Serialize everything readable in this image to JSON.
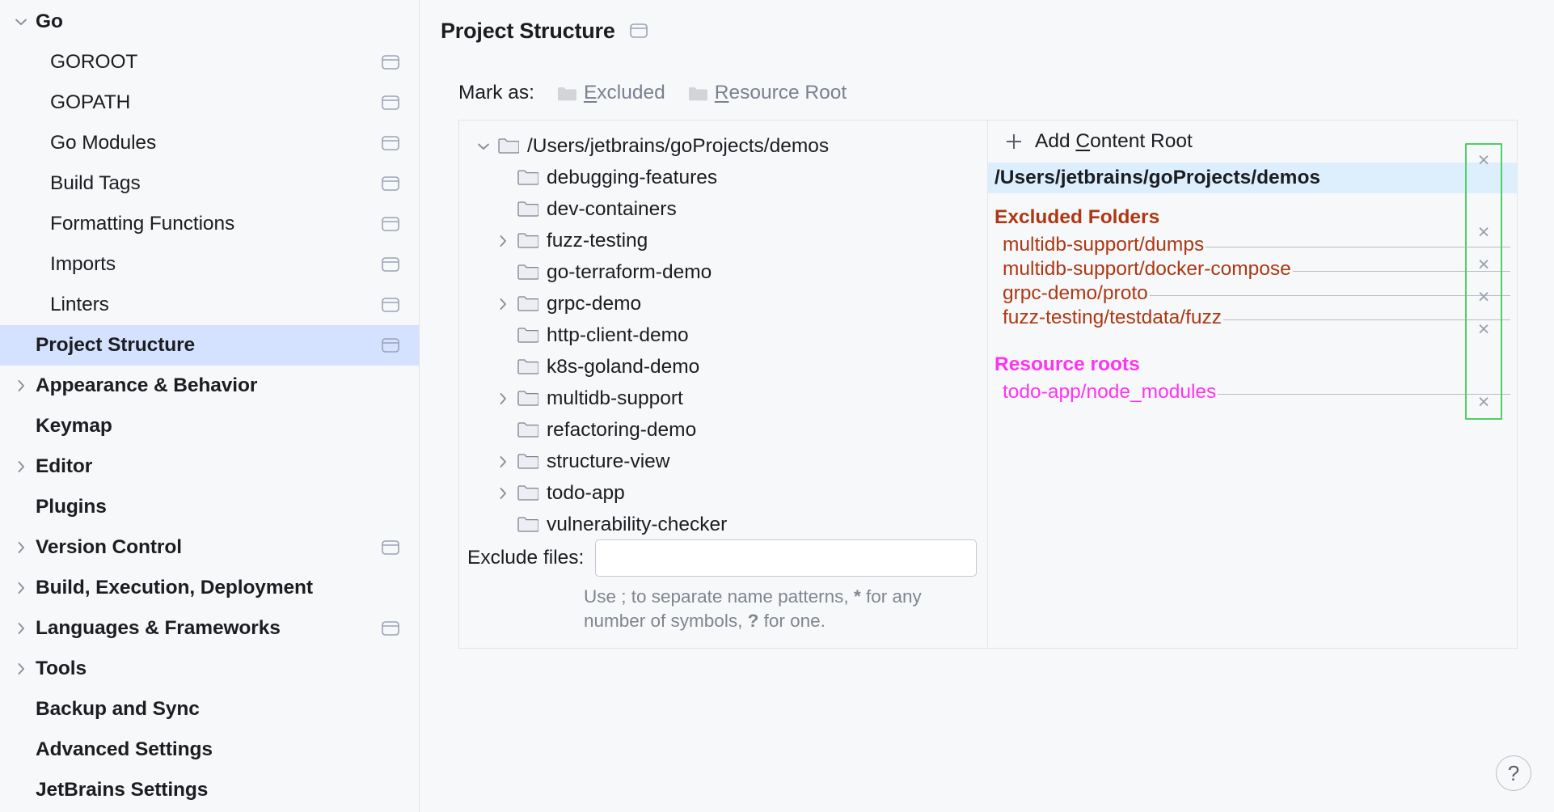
{
  "sidebar": {
    "items": [
      {
        "label": "Go",
        "level": 0,
        "bold": true,
        "expandable": true,
        "expanded": true,
        "badge": false,
        "selected": false
      },
      {
        "label": "GOROOT",
        "level": 1,
        "bold": false,
        "expandable": false,
        "expanded": false,
        "badge": true,
        "selected": false
      },
      {
        "label": "GOPATH",
        "level": 1,
        "bold": false,
        "expandable": false,
        "expanded": false,
        "badge": true,
        "selected": false
      },
      {
        "label": "Go Modules",
        "level": 1,
        "bold": false,
        "expandable": false,
        "expanded": false,
        "badge": true,
        "selected": false
      },
      {
        "label": "Build Tags",
        "level": 1,
        "bold": false,
        "expandable": false,
        "expanded": false,
        "badge": true,
        "selected": false
      },
      {
        "label": "Formatting Functions",
        "level": 1,
        "bold": false,
        "expandable": false,
        "expanded": false,
        "badge": true,
        "selected": false
      },
      {
        "label": "Imports",
        "level": 1,
        "bold": false,
        "expandable": false,
        "expanded": false,
        "badge": true,
        "selected": false
      },
      {
        "label": "Linters",
        "level": 1,
        "bold": false,
        "expandable": false,
        "expanded": false,
        "badge": true,
        "selected": false
      },
      {
        "label": "Project Structure",
        "level": 0,
        "bold": true,
        "expandable": false,
        "expanded": false,
        "badge": true,
        "selected": true
      },
      {
        "label": "Appearance & Behavior",
        "level": 0,
        "bold": true,
        "expandable": true,
        "expanded": false,
        "badge": false,
        "selected": false
      },
      {
        "label": "Keymap",
        "level": 0,
        "bold": true,
        "expandable": false,
        "expanded": false,
        "badge": false,
        "selected": false
      },
      {
        "label": "Editor",
        "level": 0,
        "bold": true,
        "expandable": true,
        "expanded": false,
        "badge": false,
        "selected": false
      },
      {
        "label": "Plugins",
        "level": 0,
        "bold": true,
        "expandable": false,
        "expanded": false,
        "badge": false,
        "selected": false
      },
      {
        "label": "Version Control",
        "level": 0,
        "bold": true,
        "expandable": true,
        "expanded": false,
        "badge": true,
        "selected": false
      },
      {
        "label": "Build, Execution, Deployment",
        "level": 0,
        "bold": true,
        "expandable": true,
        "expanded": false,
        "badge": false,
        "selected": false
      },
      {
        "label": "Languages & Frameworks",
        "level": 0,
        "bold": true,
        "expandable": true,
        "expanded": false,
        "badge": true,
        "selected": false
      },
      {
        "label": "Tools",
        "level": 0,
        "bold": true,
        "expandable": true,
        "expanded": false,
        "badge": false,
        "selected": false
      },
      {
        "label": "Backup and Sync",
        "level": 0,
        "bold": true,
        "expandable": false,
        "expanded": false,
        "badge": false,
        "selected": false
      },
      {
        "label": "Advanced Settings",
        "level": 0,
        "bold": true,
        "expandable": false,
        "expanded": false,
        "badge": false,
        "selected": false
      },
      {
        "label": "JetBrains Settings",
        "level": 0,
        "bold": true,
        "expandable": false,
        "expanded": false,
        "badge": false,
        "selected": false
      }
    ]
  },
  "main": {
    "title": "Project Structure",
    "mark_as": {
      "label": "Mark as:",
      "buttons": [
        {
          "label": "Excluded",
          "mnemonic": "E",
          "rest": "xcluded"
        },
        {
          "label": "Resource Root",
          "mnemonic": "R",
          "rest": "esource Root"
        }
      ]
    },
    "tree": [
      {
        "label": "/Users/jetbrains/goProjects/demos",
        "level": 0,
        "expandable": true,
        "expanded": true
      },
      {
        "label": "debugging-features",
        "level": 1,
        "expandable": false,
        "expanded": false
      },
      {
        "label": "dev-containers",
        "level": 1,
        "expandable": false,
        "expanded": false
      },
      {
        "label": "fuzz-testing",
        "level": 1,
        "expandable": true,
        "expanded": false
      },
      {
        "label": "go-terraform-demo",
        "level": 1,
        "expandable": false,
        "expanded": false
      },
      {
        "label": "grpc-demo",
        "level": 1,
        "expandable": true,
        "expanded": false
      },
      {
        "label": "http-client-demo",
        "level": 1,
        "expandable": false,
        "expanded": false
      },
      {
        "label": "k8s-goland-demo",
        "level": 1,
        "expandable": false,
        "expanded": false
      },
      {
        "label": "multidb-support",
        "level": 1,
        "expandable": true,
        "expanded": false
      },
      {
        "label": "refactoring-demo",
        "level": 1,
        "expandable": false,
        "expanded": false
      },
      {
        "label": "structure-view",
        "level": 1,
        "expandable": true,
        "expanded": false
      },
      {
        "label": "todo-app",
        "level": 1,
        "expandable": true,
        "expanded": false
      },
      {
        "label": "vulnerability-checker",
        "level": 1,
        "expandable": false,
        "expanded": false
      }
    ],
    "exclude_files": {
      "label": "Exclude files:",
      "value": "",
      "placeholder": "",
      "hint_before": "Use ; to separate name patterns, ",
      "hint_star": "*",
      "hint_middle": " for any number of symbols, ",
      "hint_q": "?",
      "hint_after": " for one."
    },
    "roots_pane": {
      "add_content_root": {
        "label": "Add Content Root",
        "mnemonic": "C",
        "prefix": "Add ",
        "rest": "ontent Root"
      },
      "content_root": "/Users/jetbrains/goProjects/demos",
      "excluded_header": "Excluded Folders",
      "excluded_folders": [
        "multidb-support/dumps",
        "multidb-support/docker-compose",
        "grpc-demo/proto",
        "fuzz-testing/testdata/fuzz"
      ],
      "resource_header": "Resource roots",
      "resource_roots": [
        "todo-app/node_modules"
      ],
      "remove_glyph": "×"
    },
    "help_label": "?"
  },
  "colors": {
    "selection": "#d4e2ff",
    "content_root_bg": "#ddeffc",
    "excluded": "#ad3813",
    "resource": "#ff33ef",
    "highlight_border": "#4dd163",
    "muted": "#7a8190"
  }
}
